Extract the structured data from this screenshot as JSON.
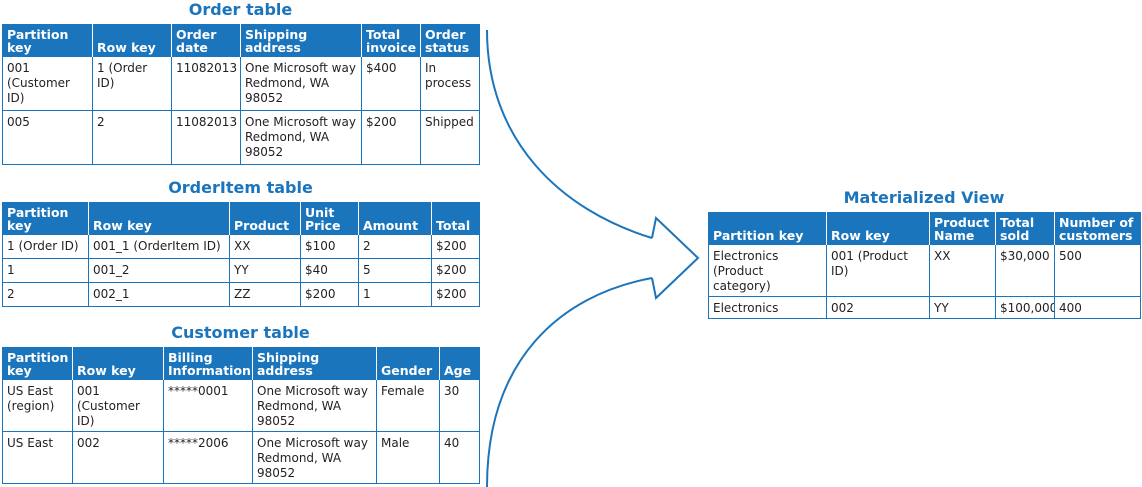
{
  "order_table": {
    "title": "Order table",
    "headers": [
      "Partition key",
      "Row key",
      "Order date",
      "Shipping address",
      "Total invoice",
      "Order status"
    ],
    "rows": [
      [
        "001 (Customer ID)",
        "1 (Order ID)",
        "11082013",
        "One Microsoft way Redmond, WA 98052",
        "$400",
        "In process"
      ],
      [
        "005",
        "2",
        "11082013",
        "One Microsoft way Redmond, WA 98052",
        "$200",
        "Shipped"
      ]
    ]
  },
  "orderitem_table": {
    "title": "OrderItem table",
    "headers": [
      "Partition key",
      "Row key",
      "Product",
      "Unit Price",
      "Amount",
      "Total"
    ],
    "rows": [
      [
        "1 (Order ID)",
        "001_1 (OrderItem ID)",
        "XX",
        "$100",
        "2",
        "$200"
      ],
      [
        "1",
        "001_2",
        "YY",
        "$40",
        "5",
        "$200"
      ],
      [
        "2",
        "002_1",
        "ZZ",
        "$200",
        "1",
        "$200"
      ]
    ]
  },
  "customer_table": {
    "title": "Customer table",
    "headers": [
      "Partition key",
      "Row key",
      "Billing Information",
      "Shipping address",
      "Gender",
      "Age"
    ],
    "rows": [
      [
        "US East (region)",
        "001 (Customer ID)",
        "*****0001",
        "One Microsoft way Redmond, WA 98052",
        "Female",
        "30"
      ],
      [
        "US East",
        "002",
        "*****2006",
        "One Microsoft way Redmond, WA 98052",
        "Male",
        "40"
      ]
    ]
  },
  "materialized_view": {
    "title": "Materialized View",
    "headers": [
      "Partition key",
      "Row key",
      "Product Name",
      "Total sold",
      "Number of customers"
    ],
    "rows": [
      [
        "Electronics (Product category)",
        "001 (Product ID)",
        "XX",
        "$30,000",
        "500"
      ],
      [
        "Electronics",
        "002",
        "YY",
        "$100,000",
        "400"
      ]
    ]
  },
  "colors": {
    "accent": "#1b75bc",
    "header_text": "#ffffff",
    "cell_text": "#231f20"
  }
}
